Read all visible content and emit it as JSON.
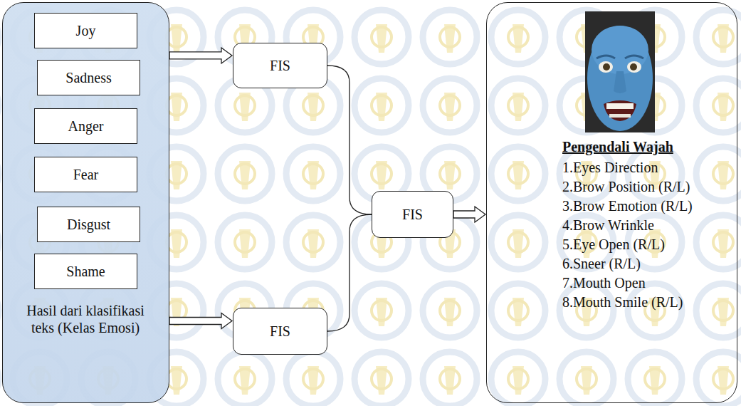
{
  "diagram": {
    "nodes": [
      {
        "text": [
          "Hasil dari klasifikasi teks (Kelas Emosi)"
        ]
      },
      {
        "text": [
          "Joy"
        ],
        "in": 0
      },
      {
        "text": [
          "Sadness"
        ],
        "in": 0
      },
      {
        "text": [
          "Anger"
        ],
        "in": 0
      },
      {
        "text": [
          "Fear"
        ],
        "in": 0
      },
      {
        "text": [
          "Disgust"
        ],
        "in": 0
      },
      {
        "text": [
          "Shame"
        ],
        "in": 0
      },
      {
        "text": [
          "FIS"
        ]
      },
      {
        "text": [
          "FIS"
        ]
      },
      {
        "text": [
          "FIS"
        ]
      },
      {
        "text": [
          "Pengendali Wajah",
          "1.Eyes Direction",
          "2.Brow Position (R/L)",
          "3.Brow Emotion (R/L)",
          "4.Brow Wrinkle",
          "5.Eye Open (R/L)",
          "6.Sneer (R/L)",
          "7.Mouth Open",
          "8.Mouth Smile (R/L)"
        ]
      }
    ],
    "edges": [
      {
        "from": 0,
        "to": 7,
        "arrow": "to"
      },
      {
        "from": 0,
        "to": 9,
        "arrow": "to"
      },
      {
        "from": 7,
        "to": 8,
        "arrow": "none"
      },
      {
        "from": 9,
        "to": 8,
        "arrow": "none"
      },
      {
        "from": 8,
        "to": 10,
        "arrow": "to"
      }
    ]
  }
}
